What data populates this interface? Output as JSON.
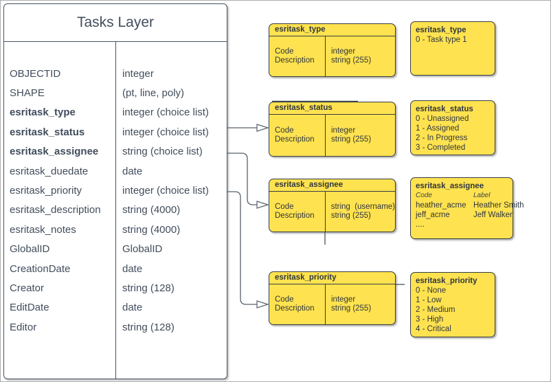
{
  "tasks_layer": {
    "title": "Tasks Layer",
    "fields": [
      {
        "name": "OBJECTID",
        "type": "integer"
      },
      {
        "name": "SHAPE",
        "type": "(pt, line, poly)"
      },
      {
        "name": "esritask_type",
        "type": "integer (choice list)"
      },
      {
        "name": "esritask_status",
        "type": "integer (choice list)"
      },
      {
        "name": "esritask_assignee",
        "type": "string (choice list)"
      },
      {
        "name": "esritask_duedate",
        "type": "date"
      },
      {
        "name": "esritask_priority",
        "type": "integer (choice list)"
      },
      {
        "name": "esritask_description",
        "type": "string (4000)"
      },
      {
        "name": "esritask_notes",
        "type": "string (4000)"
      },
      {
        "name": "GlobalID",
        "type": "GlobalID"
      },
      {
        "name": "CreationDate",
        "type": "date"
      },
      {
        "name": "Creator",
        "type": "string (128)"
      },
      {
        "name": "EditDate",
        "type": "date"
      },
      {
        "name": "Editor",
        "type": "string (128)"
      }
    ]
  },
  "domains": [
    {
      "title": "esritask_type",
      "rows": [
        {
          "field": "Code",
          "type": "integer"
        },
        {
          "field": "Description",
          "type": "string (255)"
        }
      ]
    },
    {
      "title": "esritask_status",
      "rows": [
        {
          "field": "Code",
          "type": "integer"
        },
        {
          "field": "Description",
          "type": "string (255)"
        }
      ]
    },
    {
      "title": "esritask_assignee",
      "rows": [
        {
          "field": "Code",
          "type": "string  (username)"
        },
        {
          "field": "Description",
          "type": "string (255)"
        }
      ]
    },
    {
      "title": "esritask_priority",
      "rows": [
        {
          "field": "Code",
          "type": "integer"
        },
        {
          "field": "Description",
          "type": "string (255)"
        }
      ]
    }
  ],
  "values": [
    {
      "title": "esritask_type",
      "items": [
        "0 - Task type 1"
      ]
    },
    {
      "title": "esritask_status",
      "items": [
        "0 - Unassigned",
        "1 - Assigned",
        "2 - In Progress",
        "3 - Completed"
      ]
    },
    {
      "title": "esritask_assignee",
      "columns": [
        "Code",
        "Label"
      ],
      "rows": [
        [
          "heather_acme",
          "Heather Smith"
        ],
        [
          "jeff_acme",
          "Jeff Walker"
        ]
      ],
      "more": "...."
    },
    {
      "title": "esritask_priority",
      "items": [
        "0 - None",
        "1 - Low",
        "2 - Medium",
        "3 - High",
        "4 - Critical"
      ]
    }
  ],
  "colors": {
    "box_fill": "#ffe24f",
    "box_stroke": "#343c46",
    "table_stroke": "#48525e",
    "text": "#414d5c",
    "connector": "#57616c"
  }
}
